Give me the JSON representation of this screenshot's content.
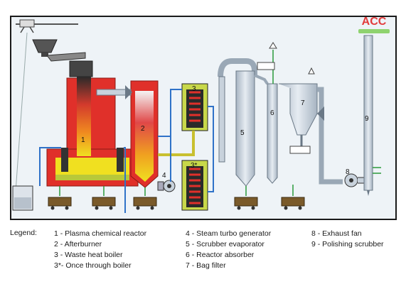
{
  "logo": {
    "text": "ACC"
  },
  "diagram": {
    "labels": {
      "plasma_reactor": "1",
      "afterburner": "2",
      "waste_heat_boiler": "3",
      "once_through_boiler": "3*",
      "turbo_generator": "4",
      "scrubber_evaporator": "5",
      "reactor_absorber": "6",
      "bag_filter": "7",
      "exhaust_fan": "8",
      "polishing_scrubber": "9"
    }
  },
  "legend": {
    "title": "Legend:",
    "col1": [
      "1 - Plasma chemical reactor",
      "2 - Afterburner",
      "3 - Waste heat boiler",
      "3*- Once through boiler"
    ],
    "col2": [
      "4 - Steam turbo generator",
      "5 - Scrubber evaporator",
      "6 - Reactor absorber",
      "7 - Bag filter"
    ],
    "col3": [
      "8 - Exhaust fan",
      "9 - Polishing scrubber"
    ]
  },
  "colors": {
    "reactor_red": "#e0302a",
    "flame_yellow": "#f0e020",
    "duct_blue": "#2f72c8",
    "vessel_grey": "#c8d2dc",
    "boiler_green": "#c8d84a",
    "ash_brown": "#7a5a2a",
    "logo_red": "#e23b3b",
    "logo_green": "#8fd36f"
  }
}
